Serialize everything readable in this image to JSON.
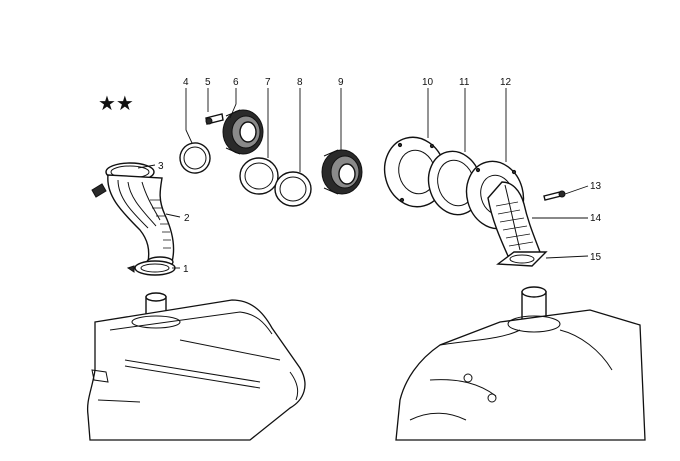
{
  "diagram": {
    "title": "",
    "marker": "★★",
    "parts": [
      {
        "id": "1",
        "label": "1"
      },
      {
        "id": "2",
        "label": "2"
      },
      {
        "id": "3",
        "label": "3"
      },
      {
        "id": "4",
        "label": "4"
      },
      {
        "id": "5",
        "label": "5"
      },
      {
        "id": "6",
        "label": "6"
      },
      {
        "id": "7",
        "label": "7"
      },
      {
        "id": "8",
        "label": "8"
      },
      {
        "id": "9",
        "label": "9"
      },
      {
        "id": "10",
        "label": "10"
      },
      {
        "id": "11",
        "label": "11"
      },
      {
        "id": "12",
        "label": "12"
      },
      {
        "id": "13",
        "label": "13"
      },
      {
        "id": "14",
        "label": "14"
      },
      {
        "id": "15",
        "label": "15"
      }
    ]
  }
}
